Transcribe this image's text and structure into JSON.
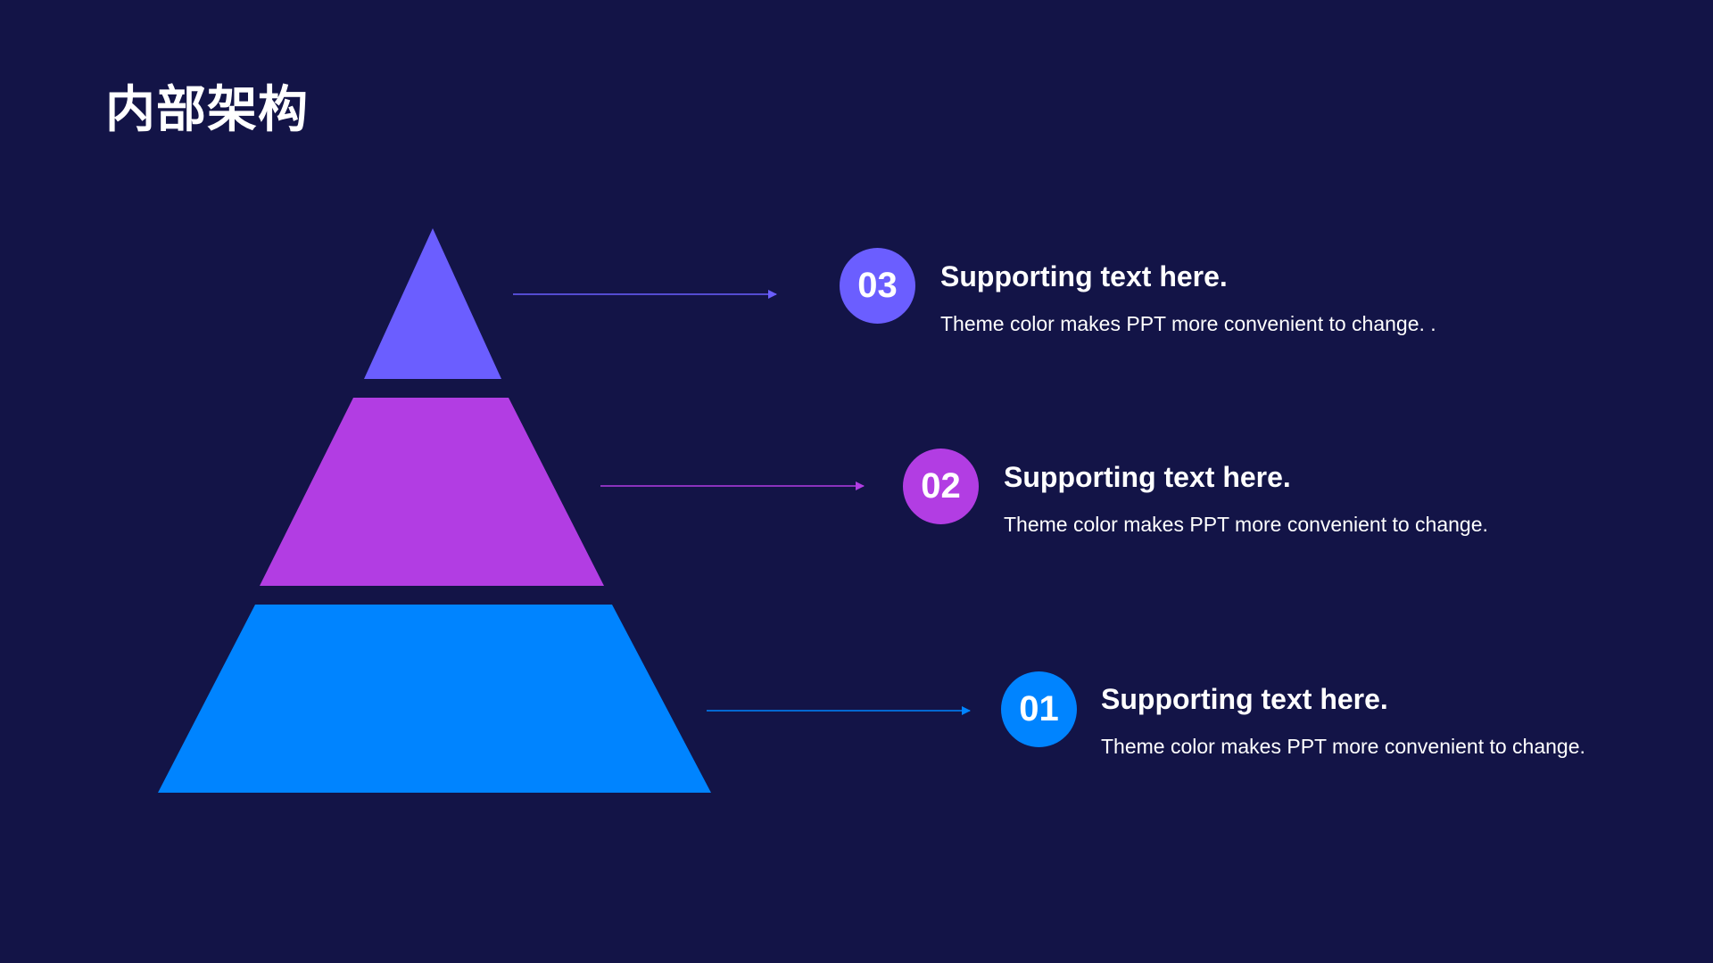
{
  "slide": {
    "title": "内部架构",
    "background_color": "#131447"
  },
  "levels": [
    {
      "number": "03",
      "color": "#6b5eff",
      "heading": "Supporting text here.",
      "description": "Theme color makes PPT more convenient to change. ."
    },
    {
      "number": "02",
      "color": "#b23de3",
      "heading": "Supporting text here.",
      "description": "Theme color makes PPT more convenient to change."
    },
    {
      "number": "01",
      "color": "#0084ff",
      "heading": "Supporting text here.",
      "description": "Theme color makes PPT more convenient to change."
    }
  ]
}
